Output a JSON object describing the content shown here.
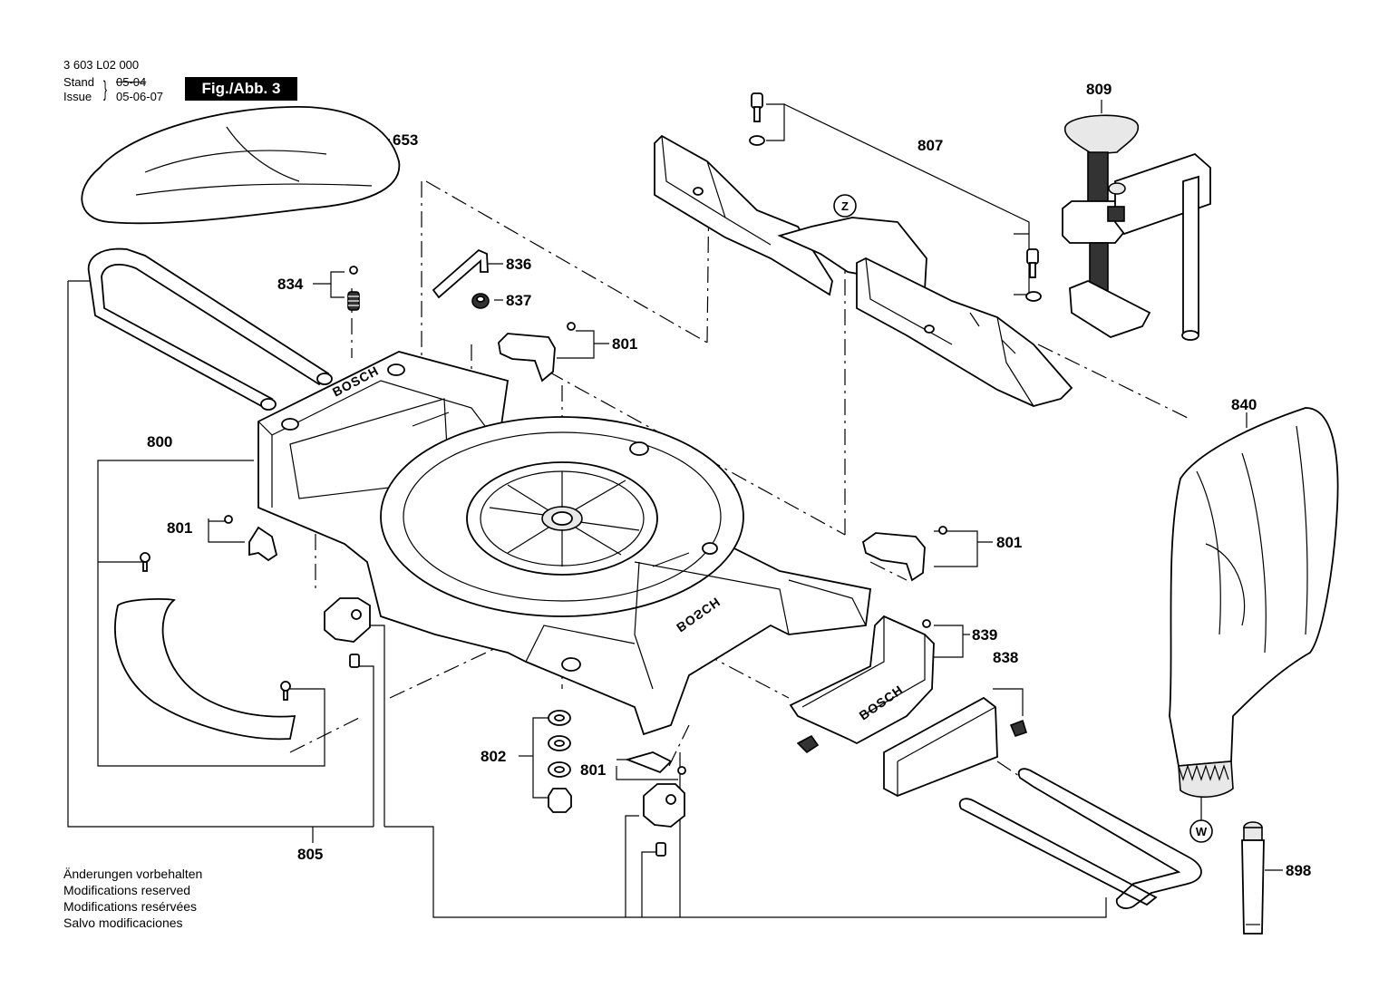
{
  "header": {
    "doc_number": "3 603 L02 000",
    "stand_label": "Stand",
    "stand_value": "05-04",
    "issue_label": "Issue",
    "issue_value": "05-06-07",
    "figure_badge": "Fig./Abb. 3"
  },
  "notes": [
    "Änderungen vorbehalten",
    "Modifications reserved",
    "Modifications resérvées",
    "Salvo modificaciones"
  ],
  "brand_marks": [
    "BOSCH",
    "BOSCH",
    "BOSCH"
  ],
  "callouts": {
    "z": "Z",
    "w": "W"
  },
  "part_labels": {
    "p653": "653",
    "p834": "834",
    "p836": "836",
    "p837": "837",
    "p801a": "801",
    "p807": "807",
    "p809": "809",
    "p800": "800",
    "p801b": "801",
    "p840": "840",
    "p801c": "801",
    "p839": "839",
    "p838": "838",
    "p802": "802",
    "p801d": "801",
    "p805": "805",
    "p898": "898"
  }
}
